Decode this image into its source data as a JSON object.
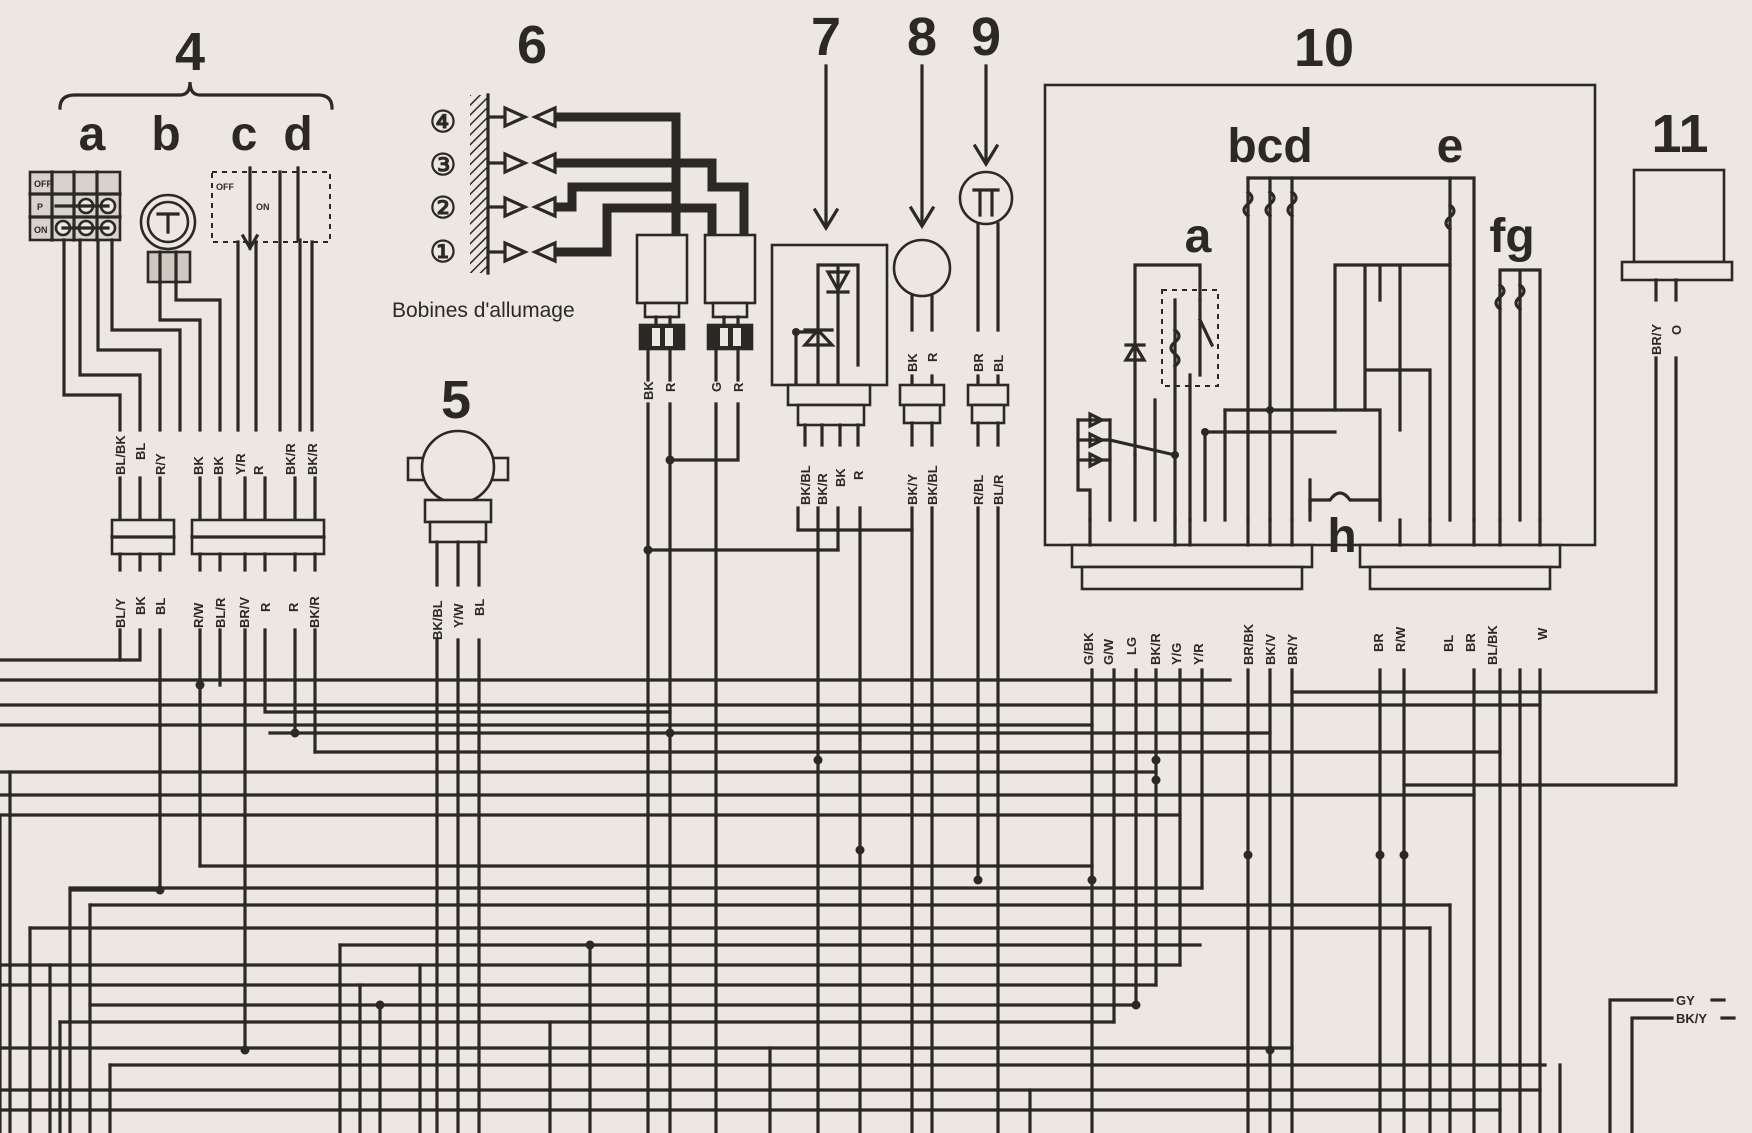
{
  "labels": {
    "n4": "4",
    "n5": "5",
    "n6": "6",
    "n7": "7",
    "n8": "8",
    "n9": "9",
    "n10": "10",
    "n11": "11",
    "a": "a",
    "b": "b",
    "c": "c",
    "d": "d",
    "bcd": "bcd",
    "e": "e",
    "fg": "fg",
    "a10": "a",
    "h": "h",
    "coils": "Bobines d'allumage",
    "c1": "①",
    "c2": "②",
    "c3": "③",
    "c4": "④",
    "switch_off": "OFF",
    "switch_p": "P",
    "switch_on": "ON",
    "kill_off": "OFF",
    "kill_on": "ON"
  },
  "wire_codes": {
    "w4a_top": [
      "BL/BK",
      "BL",
      "R/Y"
    ],
    "w4c_top": [
      "BK",
      "BK",
      "Y/R",
      "R",
      "BK/R",
      "BK/R"
    ],
    "w4a_bot": [
      "BL/Y",
      "BK",
      "BL"
    ],
    "w4c_bot": [
      "R/W",
      "BL/R",
      "BR/V",
      "R",
      "R",
      "BK/R"
    ],
    "w5": [
      "BK/BL",
      "Y/W",
      "BL"
    ],
    "w6a": [
      "BK",
      "R"
    ],
    "w6b": [
      "G",
      "R"
    ],
    "w7": [
      "BK/BL",
      "BK/R",
      "BK",
      "R"
    ],
    "w8_top": [
      "BK",
      "R"
    ],
    "w8_bot": [
      "BK/Y",
      "BK/BL"
    ],
    "w9_top": [
      "BR",
      "BL"
    ],
    "w9_bot": [
      "R/BL",
      "BL/R"
    ],
    "w10a": [
      "G/BK",
      "G/W",
      "LG",
      "BK/R",
      "Y/G",
      "Y/R"
    ],
    "w10b": [
      "BR/BK",
      "BK/V",
      "BR/Y"
    ],
    "w10c": [
      "BR",
      "R/W"
    ],
    "w10d": [
      "BL",
      "BR",
      "BL/BK"
    ],
    "w10e": [
      "W"
    ],
    "w11": [
      "BR/Y",
      "O"
    ],
    "right_edge": [
      "GY",
      "BK/Y"
    ]
  }
}
